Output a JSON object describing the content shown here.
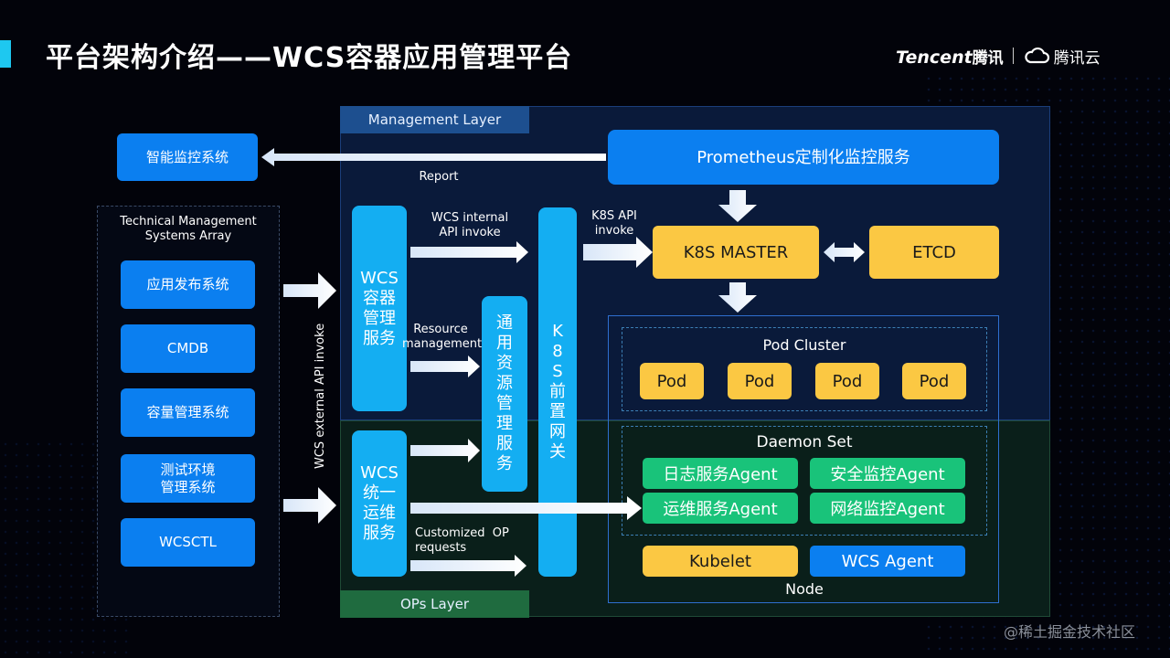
{
  "slide": {
    "title": "平台架构介绍——WCS容器应用管理平台",
    "brand": {
      "tencent": "Tencent",
      "tencent_cn": "腾讯",
      "cloud": "腾讯云"
    },
    "watermark": "@稀土掘金技术社区"
  },
  "layers": {
    "management": "Management Layer",
    "ops": "OPs Layer"
  },
  "smart_monitor": "智能监控系统",
  "report_label": "Report",
  "prometheus": "Prometheus定制化监控服务",
  "tms": {
    "title_line1": "Technical Management",
    "title_line2": "Systems Array",
    "items": [
      "应用发布系统",
      "CMDB",
      "容量管理系统",
      "测试环境",
      "管理系统",
      "WCSCTL"
    ]
  },
  "external_invoke": "WCS external API invoke",
  "wcs_container": [
    "WCS",
    "容器",
    "管理",
    "服务"
  ],
  "wcs_ops": [
    "WCS",
    "统一",
    "运维",
    "服务"
  ],
  "resource_mgmt": [
    "通",
    "用",
    "资",
    "源",
    "管",
    "理",
    "服",
    "务"
  ],
  "k8s_gateway": [
    "K",
    "8",
    "S",
    "前",
    "置",
    "网",
    "关"
  ],
  "labels": {
    "wcs_internal_1": "WCS internal",
    "wcs_internal_2": "API invoke",
    "resource_1": "Resource",
    "resource_2": "management",
    "k8s_api_1": "K8S API",
    "k8s_api_2": "invoke",
    "custom_op_1": "Customized  OP",
    "custom_op_2": "requests"
  },
  "k8s_master": "K8S MASTER",
  "etcd": "ETCD",
  "pod_cluster": {
    "title": "Pod Cluster",
    "pods": [
      "Pod",
      "Pod",
      "Pod",
      "Pod"
    ]
  },
  "daemon_set": {
    "title": "Daemon Set",
    "agents": [
      "日志服务Agent",
      "安全监控Agent",
      "运维服务Agent",
      "网络监控Agent"
    ]
  },
  "kubelet": "Kubelet",
  "wcs_agent": "WCS Agent",
  "node": "Node",
  "colors": {
    "blue": "#0b7ff0",
    "cyan": "#14aef2",
    "yellow": "#fbc843",
    "green": "#19c37a"
  }
}
